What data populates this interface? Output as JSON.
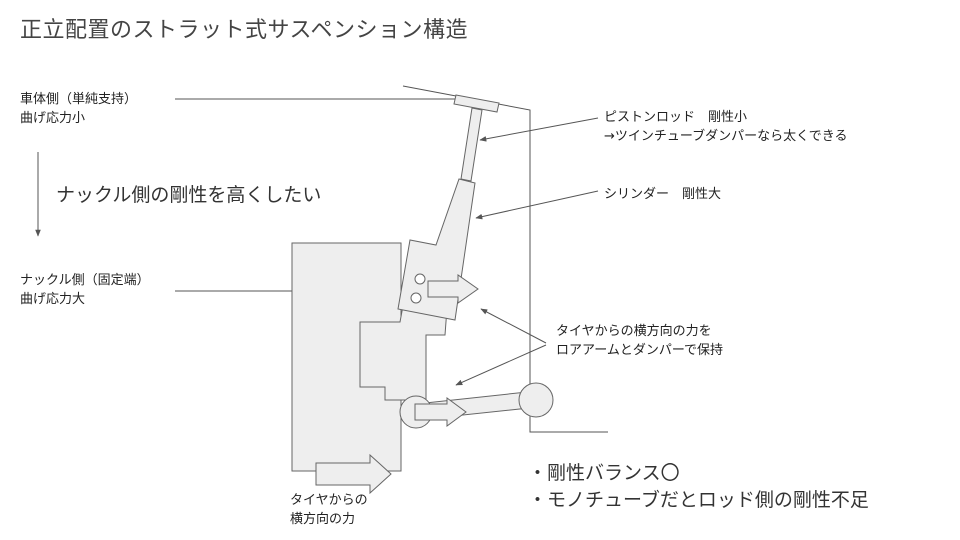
{
  "title": "正立配置のストラット式サスペンション構造",
  "labels": {
    "body_side_line1": "車体側（単純支持）",
    "body_side_line2": "曲げ応力小",
    "stiffness_goal": "ナックル側の剛性を高くしたい",
    "knuckle_side_line1": "ナックル側（固定端）",
    "knuckle_side_line2": "曲げ応力大",
    "piston_rod_line1": "ピストンロッド　剛性小",
    "piston_rod_line2": "→ツインチューブダンパーなら太くできる",
    "cylinder": "シリンダー　剛性大",
    "lateral_hold_line1": "タイヤからの横方向の力を",
    "lateral_hold_line2": "ロアアームとダンパーで保持",
    "tire_force_line1": "タイヤからの",
    "tire_force_line2": "横方向の力"
  },
  "notes": [
    "・剛性バランス〇",
    "・モノチューブだとロッド側の剛性不足"
  ],
  "colors": {
    "line": "#555555",
    "part_fill": "#eeeeee",
    "part_stroke": "#666666",
    "text": "#333333"
  }
}
